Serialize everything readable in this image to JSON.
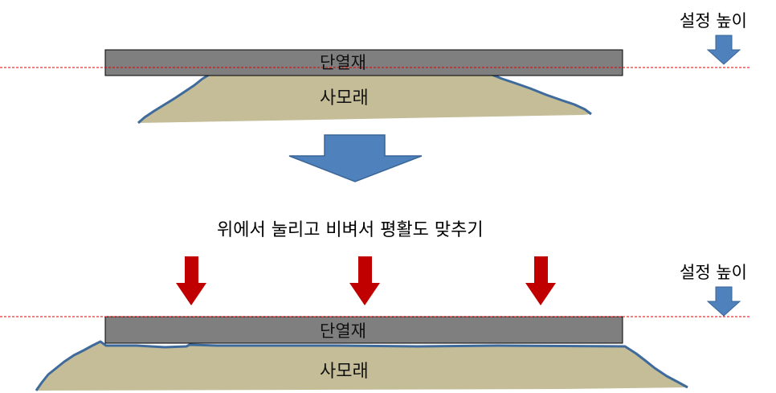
{
  "diagram": {
    "colors": {
      "board_fill": "#7f7f7f",
      "sand_fill": "#c4bd97",
      "sand_outline": "#3f6a9c",
      "blue_arrow": "#4f81bd",
      "red_arrow": "#c00000",
      "reference_line": "#e00000"
    },
    "top_stage": {
      "height_label": "설정 높이",
      "board_label": "단열재",
      "sand_label": "사모래",
      "height_marker_icon": "down-arrow-blue"
    },
    "transition": {
      "arrow_icon": "down-arrow-large-blue",
      "instruction": "위에서 눌리고 비벼서 평활도 맞추기",
      "press_arrows": [
        "down-arrow-red",
        "down-arrow-red",
        "down-arrow-red"
      ]
    },
    "bottom_stage": {
      "height_label": "설정 높이",
      "board_label": "단열재",
      "sand_label": "사모래",
      "height_marker_icon": "down-arrow-blue"
    }
  }
}
